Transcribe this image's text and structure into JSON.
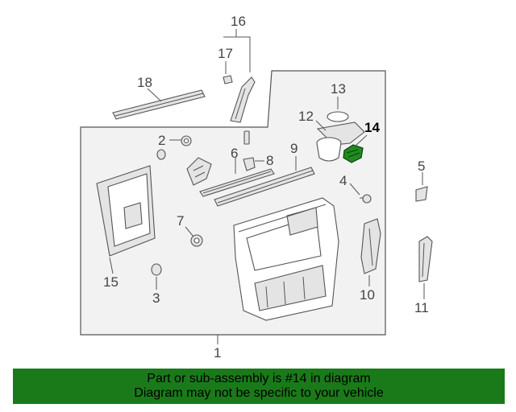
{
  "diagram": {
    "callouts": [
      "1",
      "2",
      "3",
      "4",
      "5",
      "6",
      "7",
      "8",
      "9",
      "10",
      "11",
      "12",
      "13",
      "14",
      "15",
      "16",
      "17",
      "18"
    ],
    "highlighted_part": "14",
    "colors": {
      "highlight": "#1f8c1f",
      "banner": "#1a7a1a",
      "background_panel": "#f2f2f2",
      "line": "#555555"
    }
  },
  "banner": {
    "line1": "Part or sub-assembly is #14 in diagram",
    "line2": "Diagram may not be specific to your vehicle"
  }
}
